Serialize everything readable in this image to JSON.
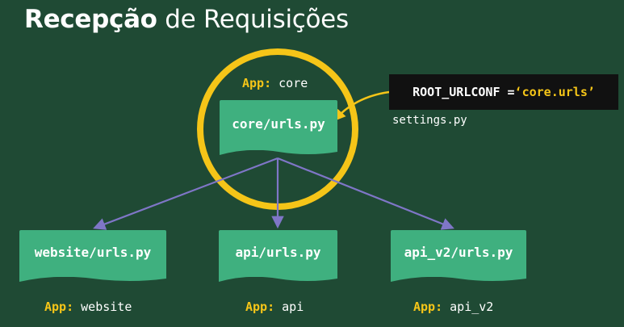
{
  "title": {
    "bold": "Recepção",
    "rest": " de Requisições"
  },
  "core": {
    "app_key": "App:",
    "app_name": " core",
    "file": "core/urls.py"
  },
  "config": {
    "setting": "ROOT_URLCONF = ",
    "value": "‘core.urls’",
    "filename": "settings.py"
  },
  "apps": [
    {
      "file": "website/urls.py",
      "app_key": "App:",
      "app_name": " website"
    },
    {
      "file": "api/urls.py",
      "app_key": "App:",
      "app_name": " api"
    },
    {
      "file": "api_v2/urls.py",
      "app_key": "App:",
      "app_name": " api_v2"
    }
  ],
  "colors": {
    "background": "#1f4a34",
    "document": "#3fb07f",
    "highlight_ring": "#f5c518",
    "arrows": "#7f76c7"
  }
}
